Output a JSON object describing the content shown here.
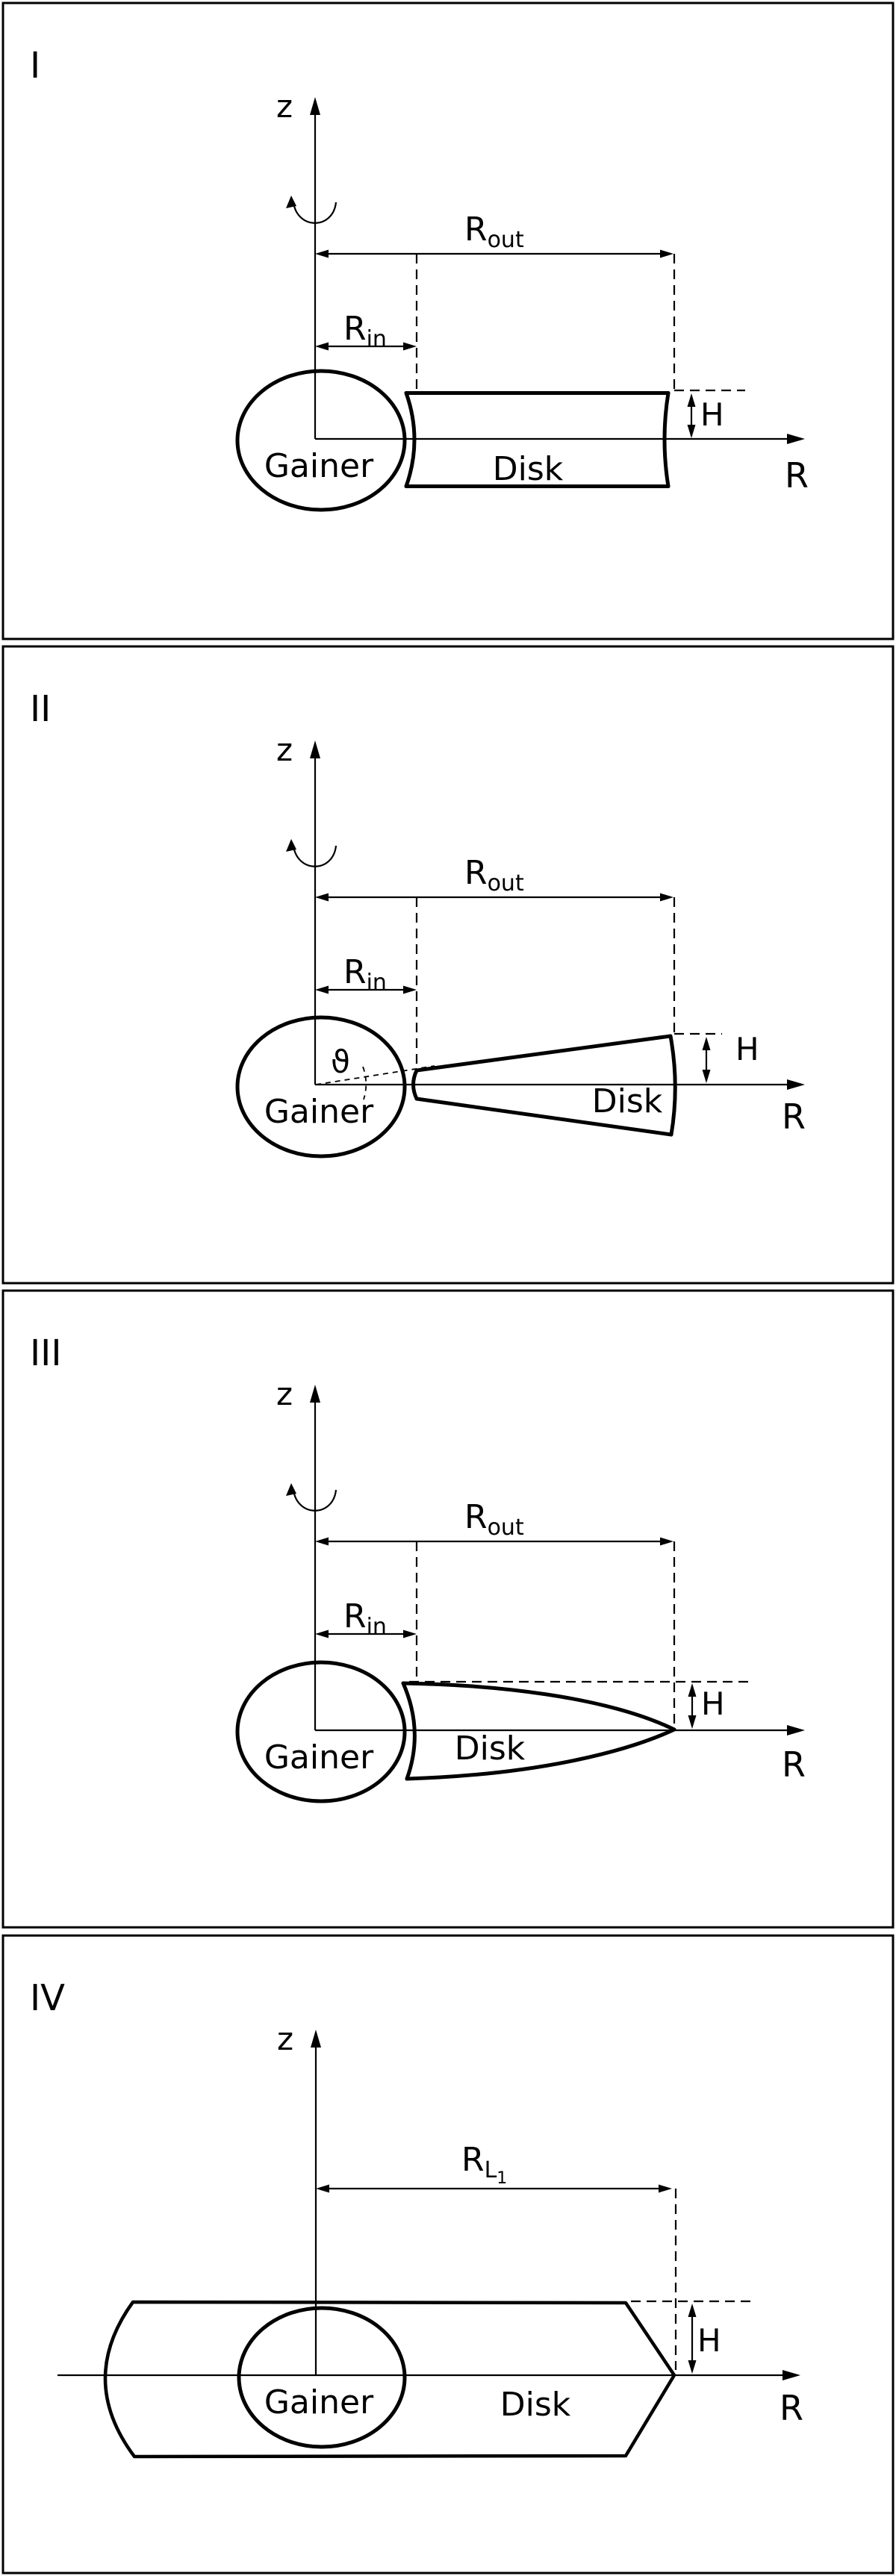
{
  "figure": {
    "description": "Four schematic accretion-disk geometries around a gainer star",
    "colors": {
      "ink": "#000000",
      "background": "#ffffff"
    }
  },
  "panels": [
    {
      "numeral": "I"
    },
    {
      "numeral": "II"
    },
    {
      "numeral": "III"
    },
    {
      "numeral": "IV"
    }
  ],
  "labels": {
    "z_axis": "z",
    "r_axis": "R",
    "gainer": "Gainer",
    "disk": "Disk",
    "height": "H",
    "r_letter": "R",
    "sub_out": "out",
    "sub_in": "in",
    "sub_L": "L",
    "sub_1": "1",
    "theta": "ϑ"
  }
}
